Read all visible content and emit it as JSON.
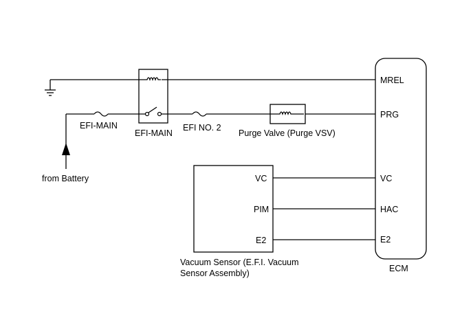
{
  "labels": {
    "efi_main_fuse": "EFI-MAIN",
    "efi_main_relay": "EFI-MAIN",
    "efi_no2_fuse": "EFI NO. 2",
    "purge_valve": "Purge Valve (Purge VSV)",
    "from_battery": "from Battery",
    "vacuum_sensor_line1": "Vacuum Sensor (E.F.I. Vacuum",
    "vacuum_sensor_line2": "Sensor Assembly)",
    "ecm": "ECM"
  },
  "ecm_terminals": {
    "mrel": "MREL",
    "prg": "PRG",
    "vc": "VC",
    "hac": "HAC",
    "e2": "E2"
  },
  "sensor_terminals": {
    "vc": "VC",
    "pim": "PIM",
    "e2": "E2"
  },
  "icons": [
    "ground-icon",
    "fuse-icon",
    "relay-coil-icon",
    "relay-switch-icon",
    "solenoid-coil-icon",
    "battery-arrow-icon"
  ]
}
